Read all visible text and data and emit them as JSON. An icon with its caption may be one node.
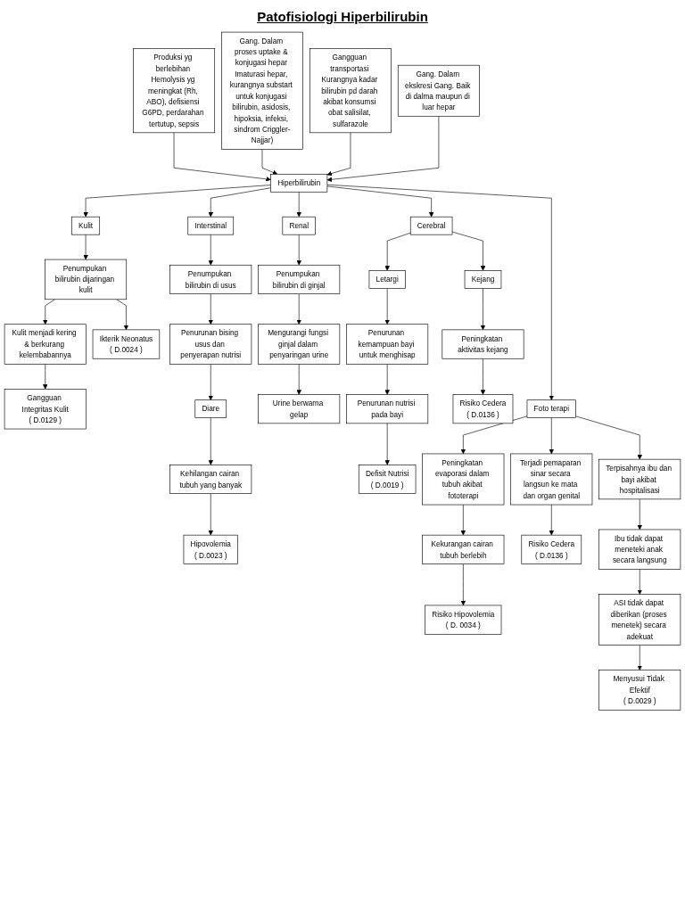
{
  "diagram": {
    "title": "Patofisiologi Hiperbilirubin",
    "nodes": [
      {
        "text": [
          "Produksi yg berlebihan Hemolysis yg meningkat (Rh, ABO), defisiensi G6PD, perdarahan tertutup, sepsis"
        ]
      },
      {
        "text": [
          "Gang. Dalam proses uptake & konjugasi hepar Imaturasi hepar, kurangnya substart untuk konjugasi bilirubin, asidosis, hipoksia, infeksi, sindrom Criggler-Najjar)"
        ]
      },
      {
        "text": [
          "Gangguan transportasi Kurangnya kadar bilirubin pd darah akibat konsumsi obat salisilat, sulfarazole"
        ]
      },
      {
        "text": [
          "Gang. Dalam ekskresi Gang. Baik di dalma maupun di luar hepar"
        ]
      },
      {
        "text": [
          "Hiperbilirubin"
        ]
      },
      {
        "text": [
          "Kulit"
        ]
      },
      {
        "text": [
          "Interstinal"
        ]
      },
      {
        "text": [
          "Renal"
        ]
      },
      {
        "text": [
          "Cerebral"
        ]
      },
      {
        "text": [
          "Penumpukan bilirubin dijaringan kulit"
        ]
      },
      {
        "text": [
          "Kulit menjadi kering & berkurang kelembabannya"
        ]
      },
      {
        "text": [
          "Gangguan Integritas Kulit",
          "( D.0129 )"
        ]
      },
      {
        "text": [
          "Ikterik Neonatus",
          "( D.0024 )"
        ]
      },
      {
        "text": [
          "Penumpukan bilirubin di usus"
        ]
      },
      {
        "text": [
          "Penurunan bising usus dan penyerapan nutrisi"
        ]
      },
      {
        "text": [
          "Diare"
        ]
      },
      {
        "text": [
          "Kehilangan cairan tubuh yang banyak"
        ]
      },
      {
        "text": [
          "Hipovolemia",
          "( D.0023 )"
        ]
      },
      {
        "text": [
          "Penumpukan bilirubin di ginjal"
        ]
      },
      {
        "text": [
          "Mengurangi fungsi ginjal dalam penyaringan urine"
        ]
      },
      {
        "text": [
          "Urine berwarna gelap"
        ]
      },
      {
        "text": [
          "Letargi"
        ]
      },
      {
        "text": [
          "Kejang"
        ]
      },
      {
        "text": [
          "Penurunan kemampuan bayi untuk menghisap"
        ]
      },
      {
        "text": [
          "Penurunan nutrisi pada bayi"
        ]
      },
      {
        "text": [
          "Defisit Nutrisi",
          "( D.0019 )"
        ]
      },
      {
        "text": [
          "Peningkatan aktivitas kejang"
        ]
      },
      {
        "text": [
          "Risiko Cedera",
          "( D.0136 )"
        ]
      },
      {
        "text": [
          "Foto terapi"
        ]
      },
      {
        "text": [
          "Peningkatan evaporasi dalam tubuh akibat fototerapi"
        ]
      },
      {
        "text": [
          "Terjadi pemaparan sinar secara langsun ke mata dan organ genital"
        ]
      },
      {
        "text": [
          "Terpisahnya ibu dan bayi akibat hospitalisasi"
        ]
      },
      {
        "text": [
          "Kekurangan cairan tubuh berlebih"
        ]
      },
      {
        "text": [
          "Risiko Hipovolemia",
          "( D. 0034 )"
        ]
      },
      {
        "text": [
          "Risiko Cedera",
          "( D.0136 )"
        ]
      },
      {
        "text": [
          "Ibu tidak dapat meneteki anak secara langsung"
        ]
      },
      {
        "text": [
          "ASI tidak dapat diberikan (proses menetek) secara adekuat"
        ]
      },
      {
        "text": [
          "Menyusui Tidak Efektif",
          "( D.0029 )"
        ]
      }
    ],
    "edges": [
      {
        "from": 0,
        "to": 4,
        "arrow": "to"
      },
      {
        "from": 1,
        "to": 4,
        "arrow": "to"
      },
      {
        "from": 2,
        "to": 4,
        "arrow": "to"
      },
      {
        "from": 3,
        "to": 4,
        "arrow": "to"
      },
      {
        "from": 4,
        "to": 5,
        "arrow": "to"
      },
      {
        "from": 4,
        "to": 6,
        "arrow": "to"
      },
      {
        "from": 4,
        "to": 7,
        "arrow": "to"
      },
      {
        "from": 4,
        "to": 8,
        "arrow": "to"
      },
      {
        "from": 4,
        "to": 28,
        "arrow": "to"
      },
      {
        "from": 5,
        "to": 9,
        "arrow": "to"
      },
      {
        "from": 9,
        "to": 10,
        "arrow": "to"
      },
      {
        "from": 10,
        "to": 11,
        "arrow": "to"
      },
      {
        "from": 9,
        "to": 12,
        "arrow": "to"
      },
      {
        "from": 6,
        "to": 13,
        "arrow": "to"
      },
      {
        "from": 13,
        "to": 14,
        "arrow": "to"
      },
      {
        "from": 14,
        "to": 15,
        "arrow": "to"
      },
      {
        "from": 15,
        "to": 16,
        "arrow": "to"
      },
      {
        "from": 16,
        "to": 17,
        "arrow": "to"
      },
      {
        "from": 7,
        "to": 18,
        "arrow": "to"
      },
      {
        "from": 18,
        "to": 19,
        "arrow": "to"
      },
      {
        "from": 19,
        "to": 20,
        "arrow": "to"
      },
      {
        "from": 8,
        "to": 21,
        "arrow": "to"
      },
      {
        "from": 8,
        "to": 22,
        "arrow": "to"
      },
      {
        "from": 21,
        "to": 23,
        "arrow": "to"
      },
      {
        "from": 23,
        "to": 24,
        "arrow": "to"
      },
      {
        "from": 24,
        "to": 25,
        "arrow": "to"
      },
      {
        "from": 22,
        "to": 26,
        "arrow": "to"
      },
      {
        "from": 26,
        "to": 27,
        "arrow": "to"
      },
      {
        "from": 28,
        "to": 29,
        "arrow": "to"
      },
      {
        "from": 28,
        "to": 30,
        "arrow": "to"
      },
      {
        "from": 28,
        "to": 31,
        "arrow": "to"
      },
      {
        "from": 29,
        "to": 32,
        "arrow": "to"
      },
      {
        "from": 32,
        "to": 33,
        "arrow": "to"
      },
      {
        "from": 30,
        "to": 34,
        "arrow": "to"
      },
      {
        "from": 31,
        "to": 35,
        "arrow": "to"
      },
      {
        "from": 35,
        "to": 36,
        "arrow": "to"
      },
      {
        "from": 36,
        "to": 37,
        "arrow": "to"
      }
    ]
  }
}
